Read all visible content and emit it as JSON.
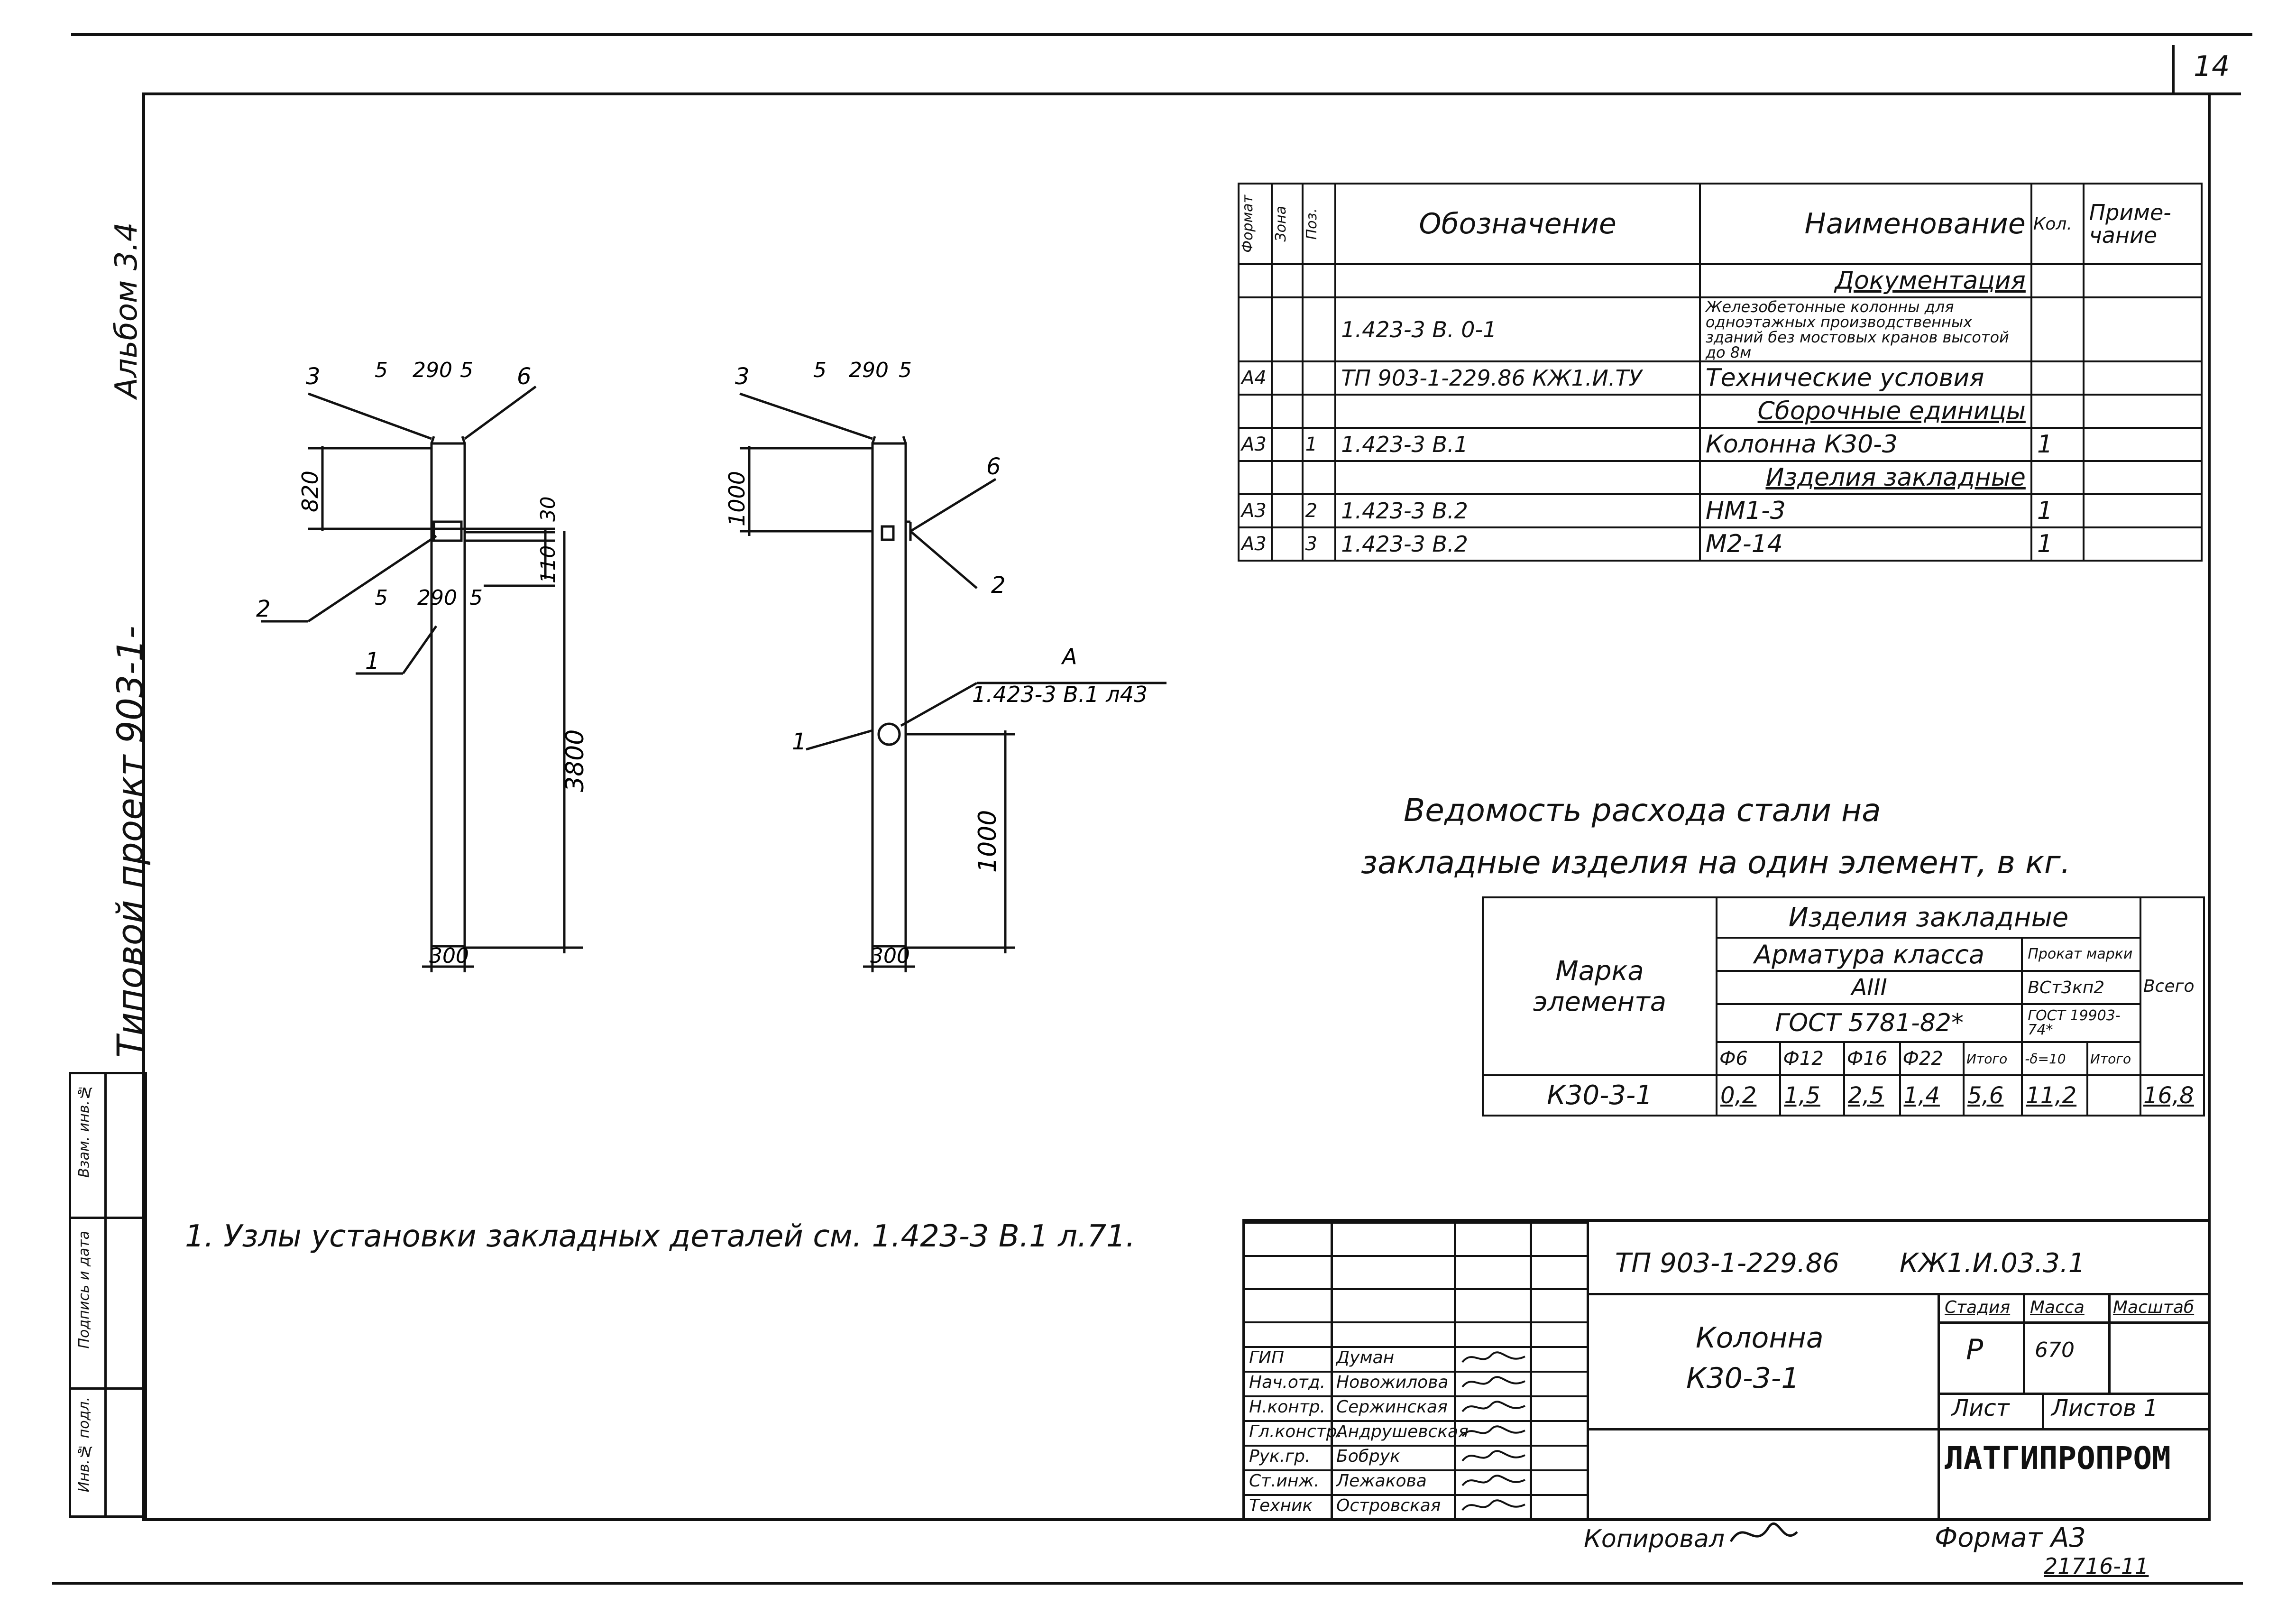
{
  "page_number": "14",
  "side_titles": {
    "album": "Альбом 3.4",
    "project": "Типовой проект 903-1-",
    "strip_labels": [
      "Инв.№ подл.",
      "Подпись и дата",
      "Взам. инв.№"
    ]
  },
  "drawing_left": {
    "labels": {
      "pos3": "3",
      "d5a": "5",
      "d290a": "290",
      "d5b": "5",
      "pos6": "6",
      "d820": "820",
      "d30": "30",
      "d110": "110",
      "d3800": "3800",
      "pos2": "2",
      "d5c": "5",
      "d290b": "290",
      "d5d": "5",
      "pos1": "1",
      "d300": "300"
    }
  },
  "drawing_right": {
    "labels": {
      "pos3": "3",
      "d5a": "5",
      "d290": "290",
      "d5b": "5",
      "d1000a": "1000",
      "pos6": "6",
      "pos2": "2",
      "nodeA": "А",
      "nodeRef": "1.423-3 В.1 л43",
      "pos1": "1",
      "d1000b": "1000",
      "d300": "300"
    }
  },
  "spec_table": {
    "headers": {
      "format": "Формат",
      "zone": "Зона",
      "pos": "Поз.",
      "designation": "Обозначение",
      "name": "Наименование",
      "qty": "Кол.",
      "note": "Приме-чание"
    },
    "rows": [
      {
        "format": "",
        "pos": "",
        "designation": "",
        "name": "Документация",
        "qty": "",
        "underline": true
      },
      {
        "format": "",
        "pos": "",
        "designation": "1.423-3 В. 0-1",
        "name": "Железобетонные колонны для одноэтажных производственных зданий без мостовых кранов высотой до 8м",
        "qty": "",
        "underline": false
      },
      {
        "format": "А4",
        "pos": "",
        "designation": "ТП 903-1-229.86 КЖ1.И.ТУ",
        "name": "Технические условия",
        "qty": "",
        "underline": false
      },
      {
        "format": "",
        "pos": "",
        "designation": "",
        "name": "Сборочные единицы",
        "qty": "",
        "underline": true
      },
      {
        "format": "А3",
        "pos": "1",
        "designation": "1.423-3    В.1",
        "name": "Колонна К30-3",
        "qty": "1",
        "underline": false
      },
      {
        "format": "",
        "pos": "",
        "designation": "",
        "name": "Изделия закладные",
        "qty": "",
        "underline": true
      },
      {
        "format": "А3",
        "pos": "2",
        "designation": "1.423-3    В.2",
        "name": "НМ1-3",
        "qty": "1",
        "underline": false
      },
      {
        "format": "А3",
        "pos": "3",
        "designation": "1.423-3    В.2",
        "name": "М2-14",
        "qty": "1",
        "underline": false
      }
    ]
  },
  "steel_title": [
    "Ведомость расхода стали на",
    "закладные изделия на один элемент, в кг."
  ],
  "steel_table": {
    "h_mark": "Марка элемента",
    "h_items": "Изделия закладные",
    "h_rebar": "Арматура класса",
    "h_rolled": "Прокат марки",
    "h_class": "АIII",
    "h_rolled_grade": "ВСт3кп2",
    "h_gost1": "ГОСТ 5781-82*",
    "h_gost2": "ГОСТ 19903-74*",
    "h_total": "Всего",
    "cols": [
      "Ф6",
      "Ф12",
      "Ф16",
      "Ф22",
      "Итого",
      "-δ=10",
      "Итого"
    ],
    "row": {
      "mark": "К30-3-1",
      "values": [
        "0,2",
        "1,5",
        "2,5",
        "1,4",
        "5,6",
        "11,2",
        ""
      ],
      "total": "16,8"
    }
  },
  "note": "1. Узлы установки закладных деталей см. 1.423-3 В.1 л.71.",
  "title_block": {
    "project": "ТП 903-1-229.86",
    "code": "КЖ1.И.03.3.1",
    "title": [
      "Колонна",
      "К30-3-1"
    ],
    "stage_h": "Стадия",
    "mass_h": "Масса",
    "scale_h": "Масштаб",
    "stage": "Р",
    "mass": "670",
    "scale": "",
    "sheet_h": "Лист",
    "sheets_h": "Листов 1",
    "org": "ЛАТГИПРОПРОМ",
    "people": [
      {
        "role": "ГИП",
        "name": "Думан"
      },
      {
        "role": "Нач.отд.",
        "name": "Новожилова"
      },
      {
        "role": "Н.контр.",
        "name": "Сержинская"
      },
      {
        "role": "Гл.констр.",
        "name": "Андрушевская"
      },
      {
        "role": "Рук.гр.",
        "name": "Бобрук"
      },
      {
        "role": "Ст.инж.",
        "name": "Лежакова"
      },
      {
        "role": "Техник",
        "name": "Островская"
      }
    ]
  },
  "footer": {
    "copied": "Копировал",
    "format": "Формат А3",
    "inv": "21716-11"
  }
}
